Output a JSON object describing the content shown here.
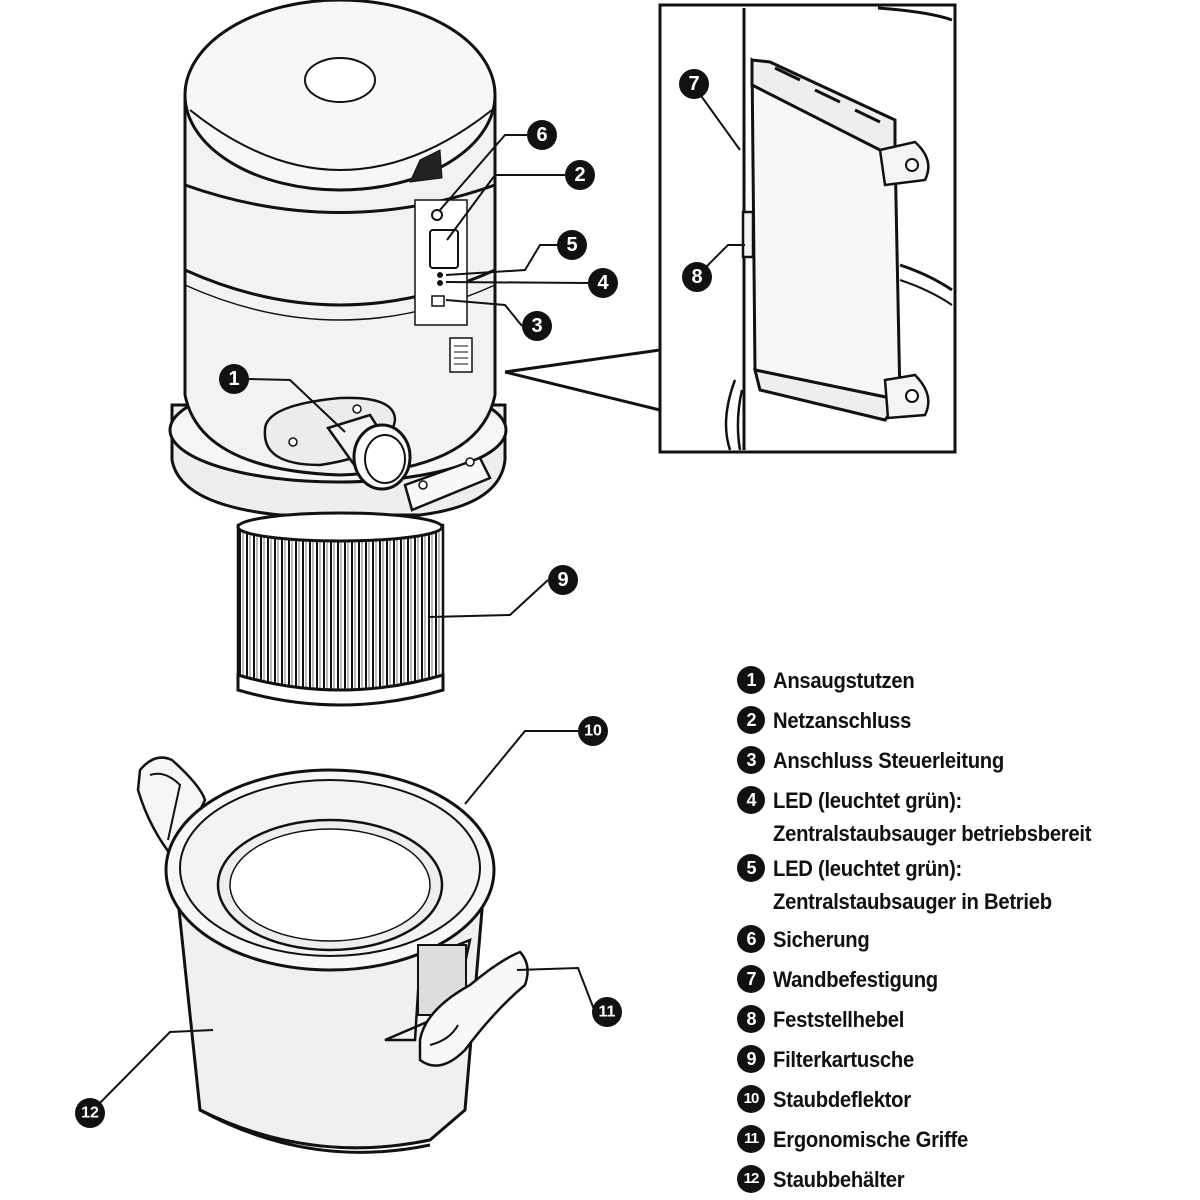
{
  "legend": [
    {
      "number": "1",
      "label": "Ansaugstutzen"
    },
    {
      "number": "2",
      "label": "Netzanschluss"
    },
    {
      "number": "3",
      "label": "Anschluss Steuerleitung"
    },
    {
      "number": "4",
      "label": "LED (leuchtet grün):",
      "label_line2": "Zentralstaubsauger betriebsbereit"
    },
    {
      "number": "5",
      "label": "LED (leuchtet grün):",
      "label_line2": "Zentralstaubsauger in Betrieb"
    },
    {
      "number": "6",
      "label": "Sicherung"
    },
    {
      "number": "7",
      "label": "Wandbefestigung"
    },
    {
      "number": "8",
      "label": "Feststellhebel"
    },
    {
      "number": "9",
      "label": "Filterkartusche"
    },
    {
      "number": "10",
      "label": "Staubdeflektor"
    },
    {
      "number": "11",
      "label": "Ergonomische Griffe"
    },
    {
      "number": "12",
      "label": "Staubbehälter"
    }
  ],
  "callouts": {
    "c1": "1",
    "c2": "2",
    "c3": "3",
    "c4": "4",
    "c5": "5",
    "c6": "6",
    "c7": "7",
    "c8": "8",
    "c9": "9",
    "c10": "10",
    "c11": "11",
    "c12": "12"
  },
  "colors": {
    "ink": "#111111",
    "body_fill": "#f2f2f2",
    "background": "#ffffff"
  }
}
